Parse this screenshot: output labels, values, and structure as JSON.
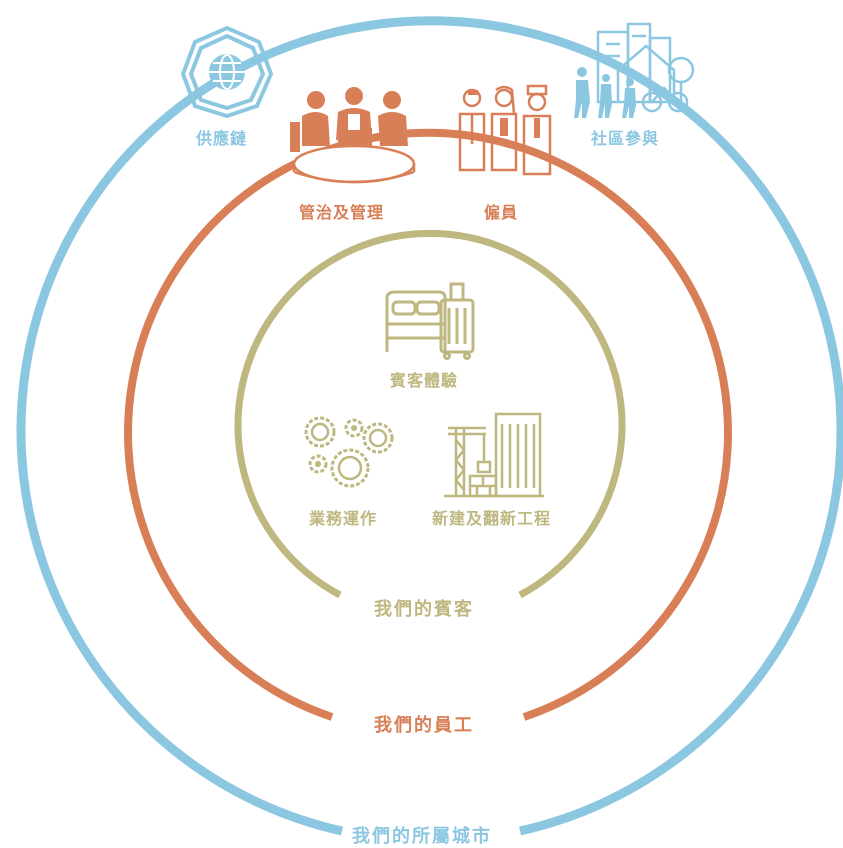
{
  "rings": {
    "outer": {
      "label": "我們的所屬城市",
      "color": "#8cc7e1"
    },
    "middle": {
      "label": "我們的員工",
      "color": "#d97f57"
    },
    "inner": {
      "label": "我們的賓客",
      "color": "#bfb780"
    }
  },
  "outer_items": [
    {
      "label": "供應鏈",
      "icon": "globe-chain-icon"
    },
    {
      "label": "社區參與",
      "icon": "community-icon"
    }
  ],
  "middle_items": [
    {
      "label": "管治及管理",
      "icon": "meeting-table-icon"
    },
    {
      "label": "僱員",
      "icon": "employees-icon"
    }
  ],
  "inner_items": [
    {
      "label": "賓客體驗",
      "icon": "bed-luggage-icon"
    },
    {
      "label": "業務運作",
      "icon": "gears-icon"
    },
    {
      "label": "新建及翻新工程",
      "icon": "crane-building-icon"
    }
  ]
}
